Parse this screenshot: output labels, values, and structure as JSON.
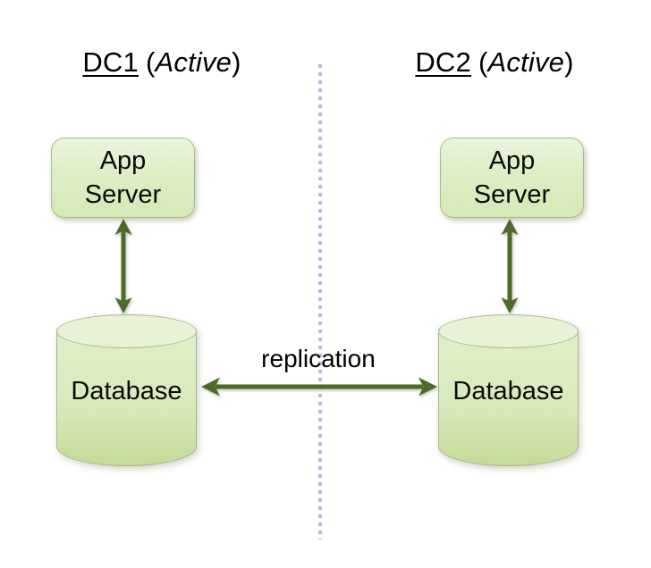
{
  "columns": [
    {
      "title": "DC1",
      "status": "Active",
      "app_server_label": "App\nServer",
      "database_label": "Database"
    },
    {
      "title": "DC2",
      "status": "Active",
      "app_server_label": "App\nServer",
      "database_label": "Database"
    }
  ],
  "punctuation": {
    "open_paren": "(",
    "close_paren": ")"
  },
  "replication_label": "replication",
  "icons": {
    "app_db_link": "bidirectional-vertical-arrow",
    "replication_link": "bidirectional-horizontal-arrow",
    "divider": "dotted-vertical-separator"
  },
  "colors": {
    "background": "#ffffff",
    "node_fill_top": "#ebf5de",
    "node_fill_bottom": "#d5e9b6",
    "node_border": "#a8bb85",
    "cylinder_fill_top": "#e8f2d7",
    "cylinder_fill_bottom": "#c4db96",
    "cylinder_border": "#a9b494",
    "arrow": "#4d6a2b",
    "divider_dotted": "#b3badd",
    "text": "#000000"
  }
}
